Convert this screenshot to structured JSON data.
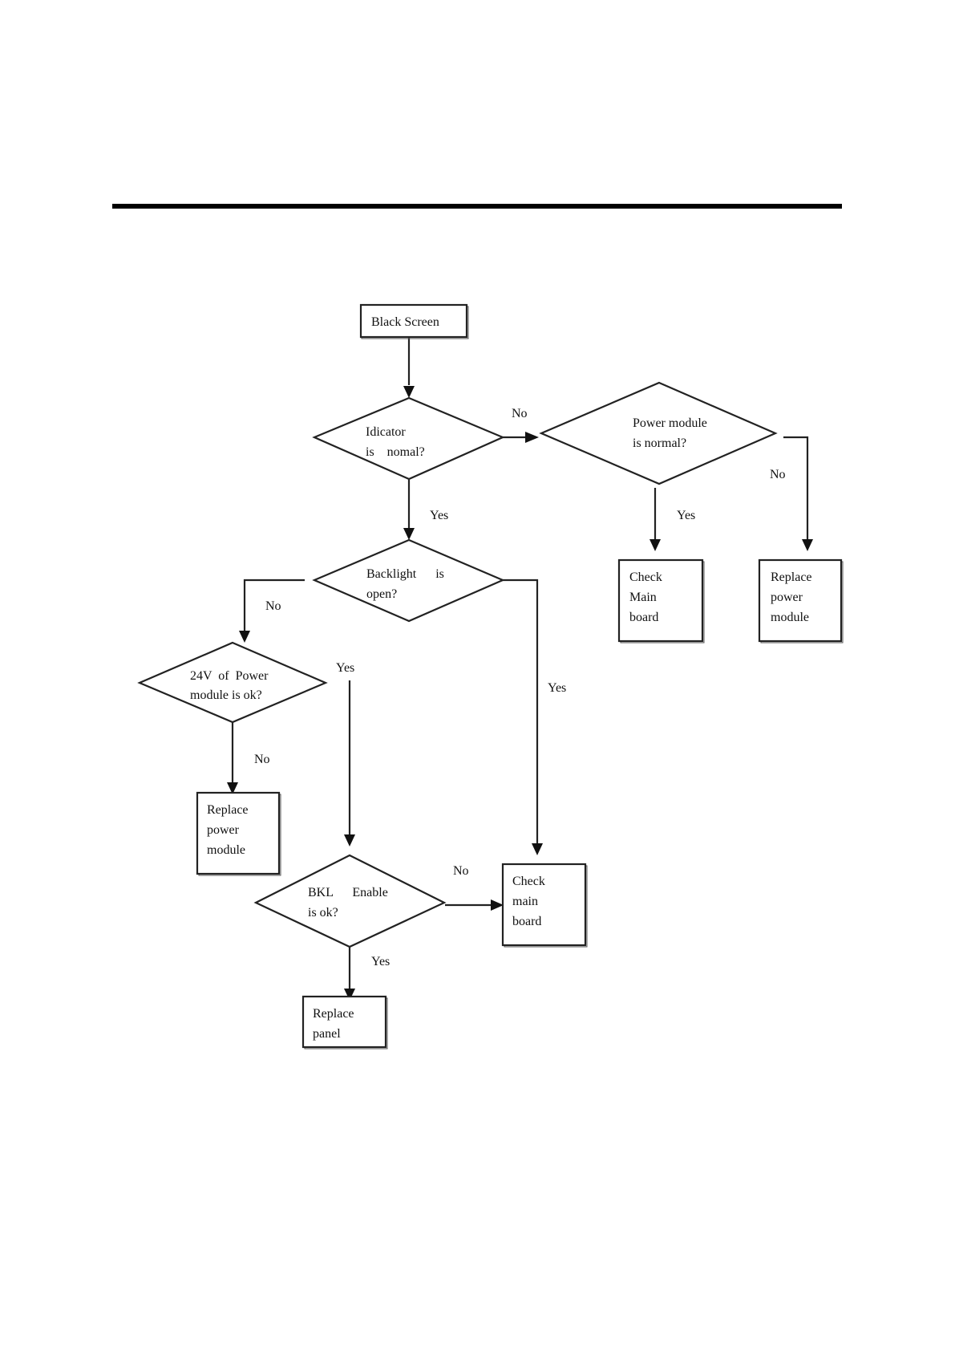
{
  "nodes": {
    "start": [
      "Black Screen"
    ],
    "indicator": [
      "Idicator",
      "is    nomal?"
    ],
    "power_module": [
      "Power module",
      "is normal?"
    ],
    "check_main_top": [
      "Check",
      "Main",
      "board"
    ],
    "replace_power_top": [
      "Replace",
      "power",
      "module"
    ],
    "backlight": [
      "Backlight      is",
      "open?"
    ],
    "v24": [
      "24V  of  Power",
      "module is ok?"
    ],
    "replace_power_left": [
      "Replace",
      "power",
      "module"
    ],
    "bkl_enable": [
      "BKL      Enable",
      "is ok?"
    ],
    "check_main_bottom": [
      "Check",
      "main",
      "board"
    ],
    "replace_panel": [
      "Replace",
      "panel"
    ]
  },
  "edges": [
    {
      "from": "start",
      "to": "indicator",
      "label": ""
    },
    {
      "from": "indicator",
      "to": "power_module",
      "label": "No"
    },
    {
      "from": "indicator",
      "to": "backlight",
      "label": "Yes"
    },
    {
      "from": "power_module",
      "to": "check_main_top",
      "label": "Yes"
    },
    {
      "from": "power_module",
      "to": "replace_power_top",
      "label": "No"
    },
    {
      "from": "backlight",
      "to": "v24",
      "label": "No"
    },
    {
      "from": "backlight",
      "to": "check_main_bottom",
      "label": "Yes"
    },
    {
      "from": "v24",
      "to": "replace_power_left",
      "label": "No"
    },
    {
      "from": "v24",
      "to": "bkl_enable",
      "label": "Yes"
    },
    {
      "from": "bkl_enable",
      "to": "check_main_bottom",
      "label": "No"
    },
    {
      "from": "bkl_enable",
      "to": "replace_panel",
      "label": "Yes"
    }
  ]
}
